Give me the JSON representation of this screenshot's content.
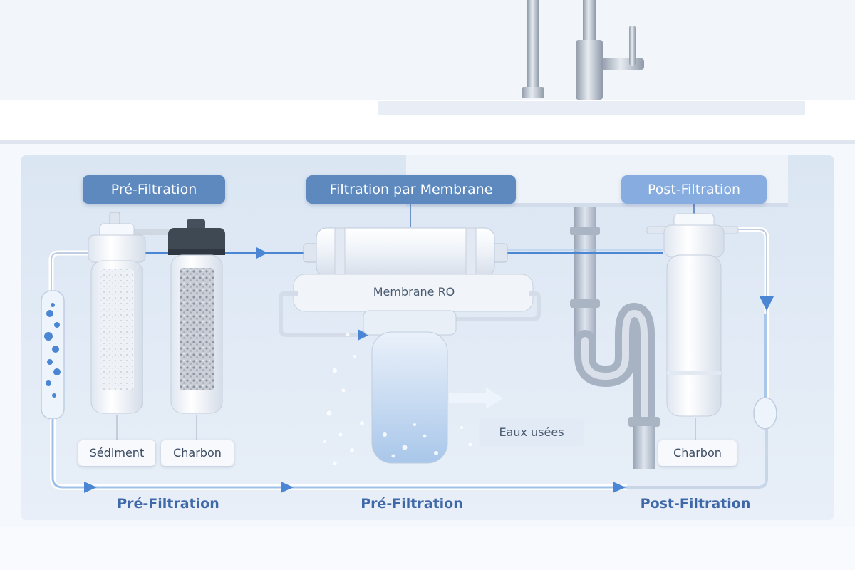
{
  "stages": {
    "pre": "Pré-Filtration",
    "membrane": "Filtration par Membrane",
    "post": "Post-Filtration"
  },
  "components": {
    "membrane_label": "Membrane RO",
    "sediment": "Sédiment",
    "charbon_left": "Charbon",
    "wastewater": "Eaux usées",
    "charbon_right": "Charbon"
  },
  "flow_labels": {
    "left": "Pré-Filtration",
    "middle": "Pré-Filtration",
    "right": "Post-Filtration"
  },
  "colors": {
    "stage_pill": "#5d89bf",
    "stage_pill_light": "#86ace0",
    "flow_blue": "#4a86d4",
    "flow_text": "#3f68a8",
    "cabinet_bg": "#e3ecf7"
  },
  "icons": [
    "faucet-icon",
    "sink-icon",
    "drain-pipe-icon",
    "flow-arrow-icon"
  ]
}
